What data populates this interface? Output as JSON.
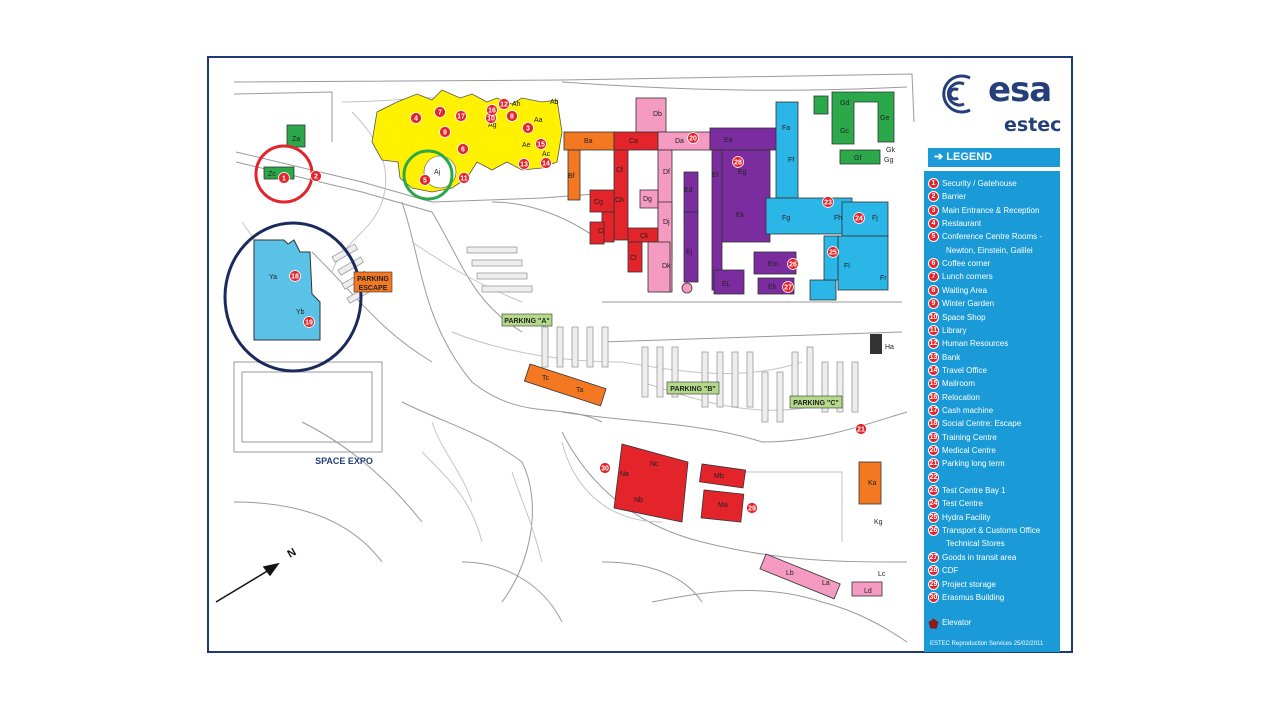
{
  "brand": {
    "logo_text": "esa",
    "sub_text": "estec"
  },
  "legend": {
    "title": "➔ LEGEND",
    "items": [
      {
        "num": "1",
        "label": "Security / Gatehouse"
      },
      {
        "num": "2",
        "label": "Barrier"
      },
      {
        "num": "3",
        "label": "Main Entrance & Reception"
      },
      {
        "num": "4",
        "label": "Restaurant"
      },
      {
        "num": "5",
        "label": "Conference Centre Rooms -"
      },
      {
        "num": "",
        "label": "Newton, Einstein, Galilei"
      },
      {
        "num": "6",
        "label": "Coffee corner"
      },
      {
        "num": "7",
        "label": "Lunch corners"
      },
      {
        "num": "8",
        "label": "Waiting Area"
      },
      {
        "num": "9",
        "label": "Winter Garden"
      },
      {
        "num": "10",
        "label": "Space Shop"
      },
      {
        "num": "11",
        "label": "Library"
      },
      {
        "num": "12",
        "label": "Human Resources"
      },
      {
        "num": "13",
        "label": "Bank"
      },
      {
        "num": "14",
        "label": "Travel Office"
      },
      {
        "num": "15",
        "label": "Mailroom"
      },
      {
        "num": "16",
        "label": "Relocation"
      },
      {
        "num": "17",
        "label": "Cash machine"
      },
      {
        "num": "18",
        "label": "Social Centre: Escape"
      },
      {
        "num": "19",
        "label": "Training Centre"
      },
      {
        "num": "20",
        "label": "Medical Centre"
      },
      {
        "num": "21",
        "label": "Parking long term"
      },
      {
        "num": "22",
        "label": ""
      },
      {
        "num": "23",
        "label": "Test Centre Bay 1"
      },
      {
        "num": "24",
        "label": "Test Centre"
      },
      {
        "num": "25",
        "label": "Hydra Facility"
      },
      {
        "num": "26",
        "label": "Transport & Customs Office"
      },
      {
        "num": "",
        "label": "Technical Stores"
      },
      {
        "num": "27",
        "label": "Goods in transit area"
      },
      {
        "num": "28",
        "label": "CDF"
      },
      {
        "num": "29",
        "label": "Project storage"
      },
      {
        "num": "30",
        "label": "Erasmus Building"
      }
    ],
    "elevator_label": "Elevator"
  },
  "credit": "ESTEC Reproduction Services 25/02/2011",
  "map": {
    "place_labels": {
      "space_expo": "SPACE EXPO",
      "parking_escape_1": "PARKING",
      "parking_escape_2": "ESCAPE",
      "parking_a": "PARKING \"A\"",
      "parking_b": "PARKING \"B\"",
      "parking_c": "PARKING \"C\"",
      "north": "N"
    },
    "building_codes": [
      "Za",
      "Zc",
      "Ya",
      "Yb",
      "Ba",
      "Ca",
      "Da",
      "Db",
      "Ea",
      "Fa",
      "Gd",
      "Gc",
      "Ge",
      "Gf",
      "Gg",
      "Gk",
      "Ah",
      "Ab",
      "Ag",
      "Aa",
      "Ae",
      "Ac",
      "Aj",
      "Bf",
      "Cf",
      "Cg",
      "Ch",
      "Cj",
      "Ck",
      "Cl",
      "Df",
      "Dg",
      "Dj",
      "Dk",
      "Ed",
      "Ef",
      "Eg",
      "Ek",
      "Ej",
      "EL",
      "Ff",
      "Fg",
      "Fh",
      "Fj",
      "Fl",
      "Fr",
      "Em",
      "Eh",
      "Tc",
      "Ta",
      "Ha",
      "Nc",
      "Na",
      "Nb",
      "Mb",
      "Ma",
      "Ka",
      "Kg",
      "Lb",
      "La",
      "Lc",
      "Ld"
    ],
    "colors": {
      "security": "#2aa84a",
      "conference": "#fff100",
      "main": "#f47721",
      "labs": "#e3242b",
      "offices": "#f59ac1",
      "test": "#7b2c9e",
      "tech": "#2ab7e8",
      "escape": "#5bc2e7",
      "parking_label": "#b5d98a",
      "marker": "#e3242b",
      "highlight_red": "#e3242b",
      "highlight_green": "#2aa84a",
      "highlight_navy": "#1b2a5c"
    }
  }
}
